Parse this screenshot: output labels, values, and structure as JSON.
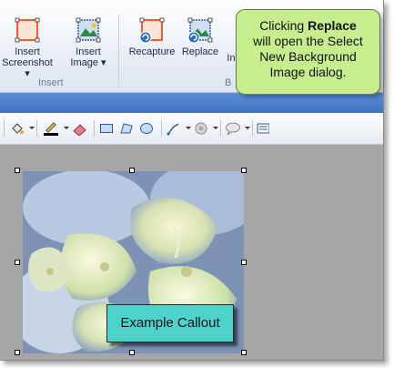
{
  "ribbon": {
    "buttons": [
      {
        "label_line1": "Insert",
        "label_line2": "Screenshot ▾"
      },
      {
        "label_line1": "Insert",
        "label_line2": "Image ▾"
      },
      {
        "label_line1": "Recapture",
        "label_line2": ""
      },
      {
        "label_line1": "Replace",
        "label_line2": ""
      },
      {
        "label_line1": "",
        "label_line2": "In"
      }
    ],
    "group_insert": "Insert",
    "group_partial": "B"
  },
  "bubble": {
    "line1_prefix": "Clicking ",
    "line1_bold": "Replace",
    "line2": "will open the Select",
    "line3": "New Background",
    "line4": "Image dialog."
  },
  "canvas": {
    "callout_text": "Example Callout"
  },
  "colors": {
    "bubble": "#c6ee8f",
    "callout": "#4ed3cc",
    "canvas_bg": "#a6a6a6",
    "blue_strip": "#4a80cf"
  }
}
